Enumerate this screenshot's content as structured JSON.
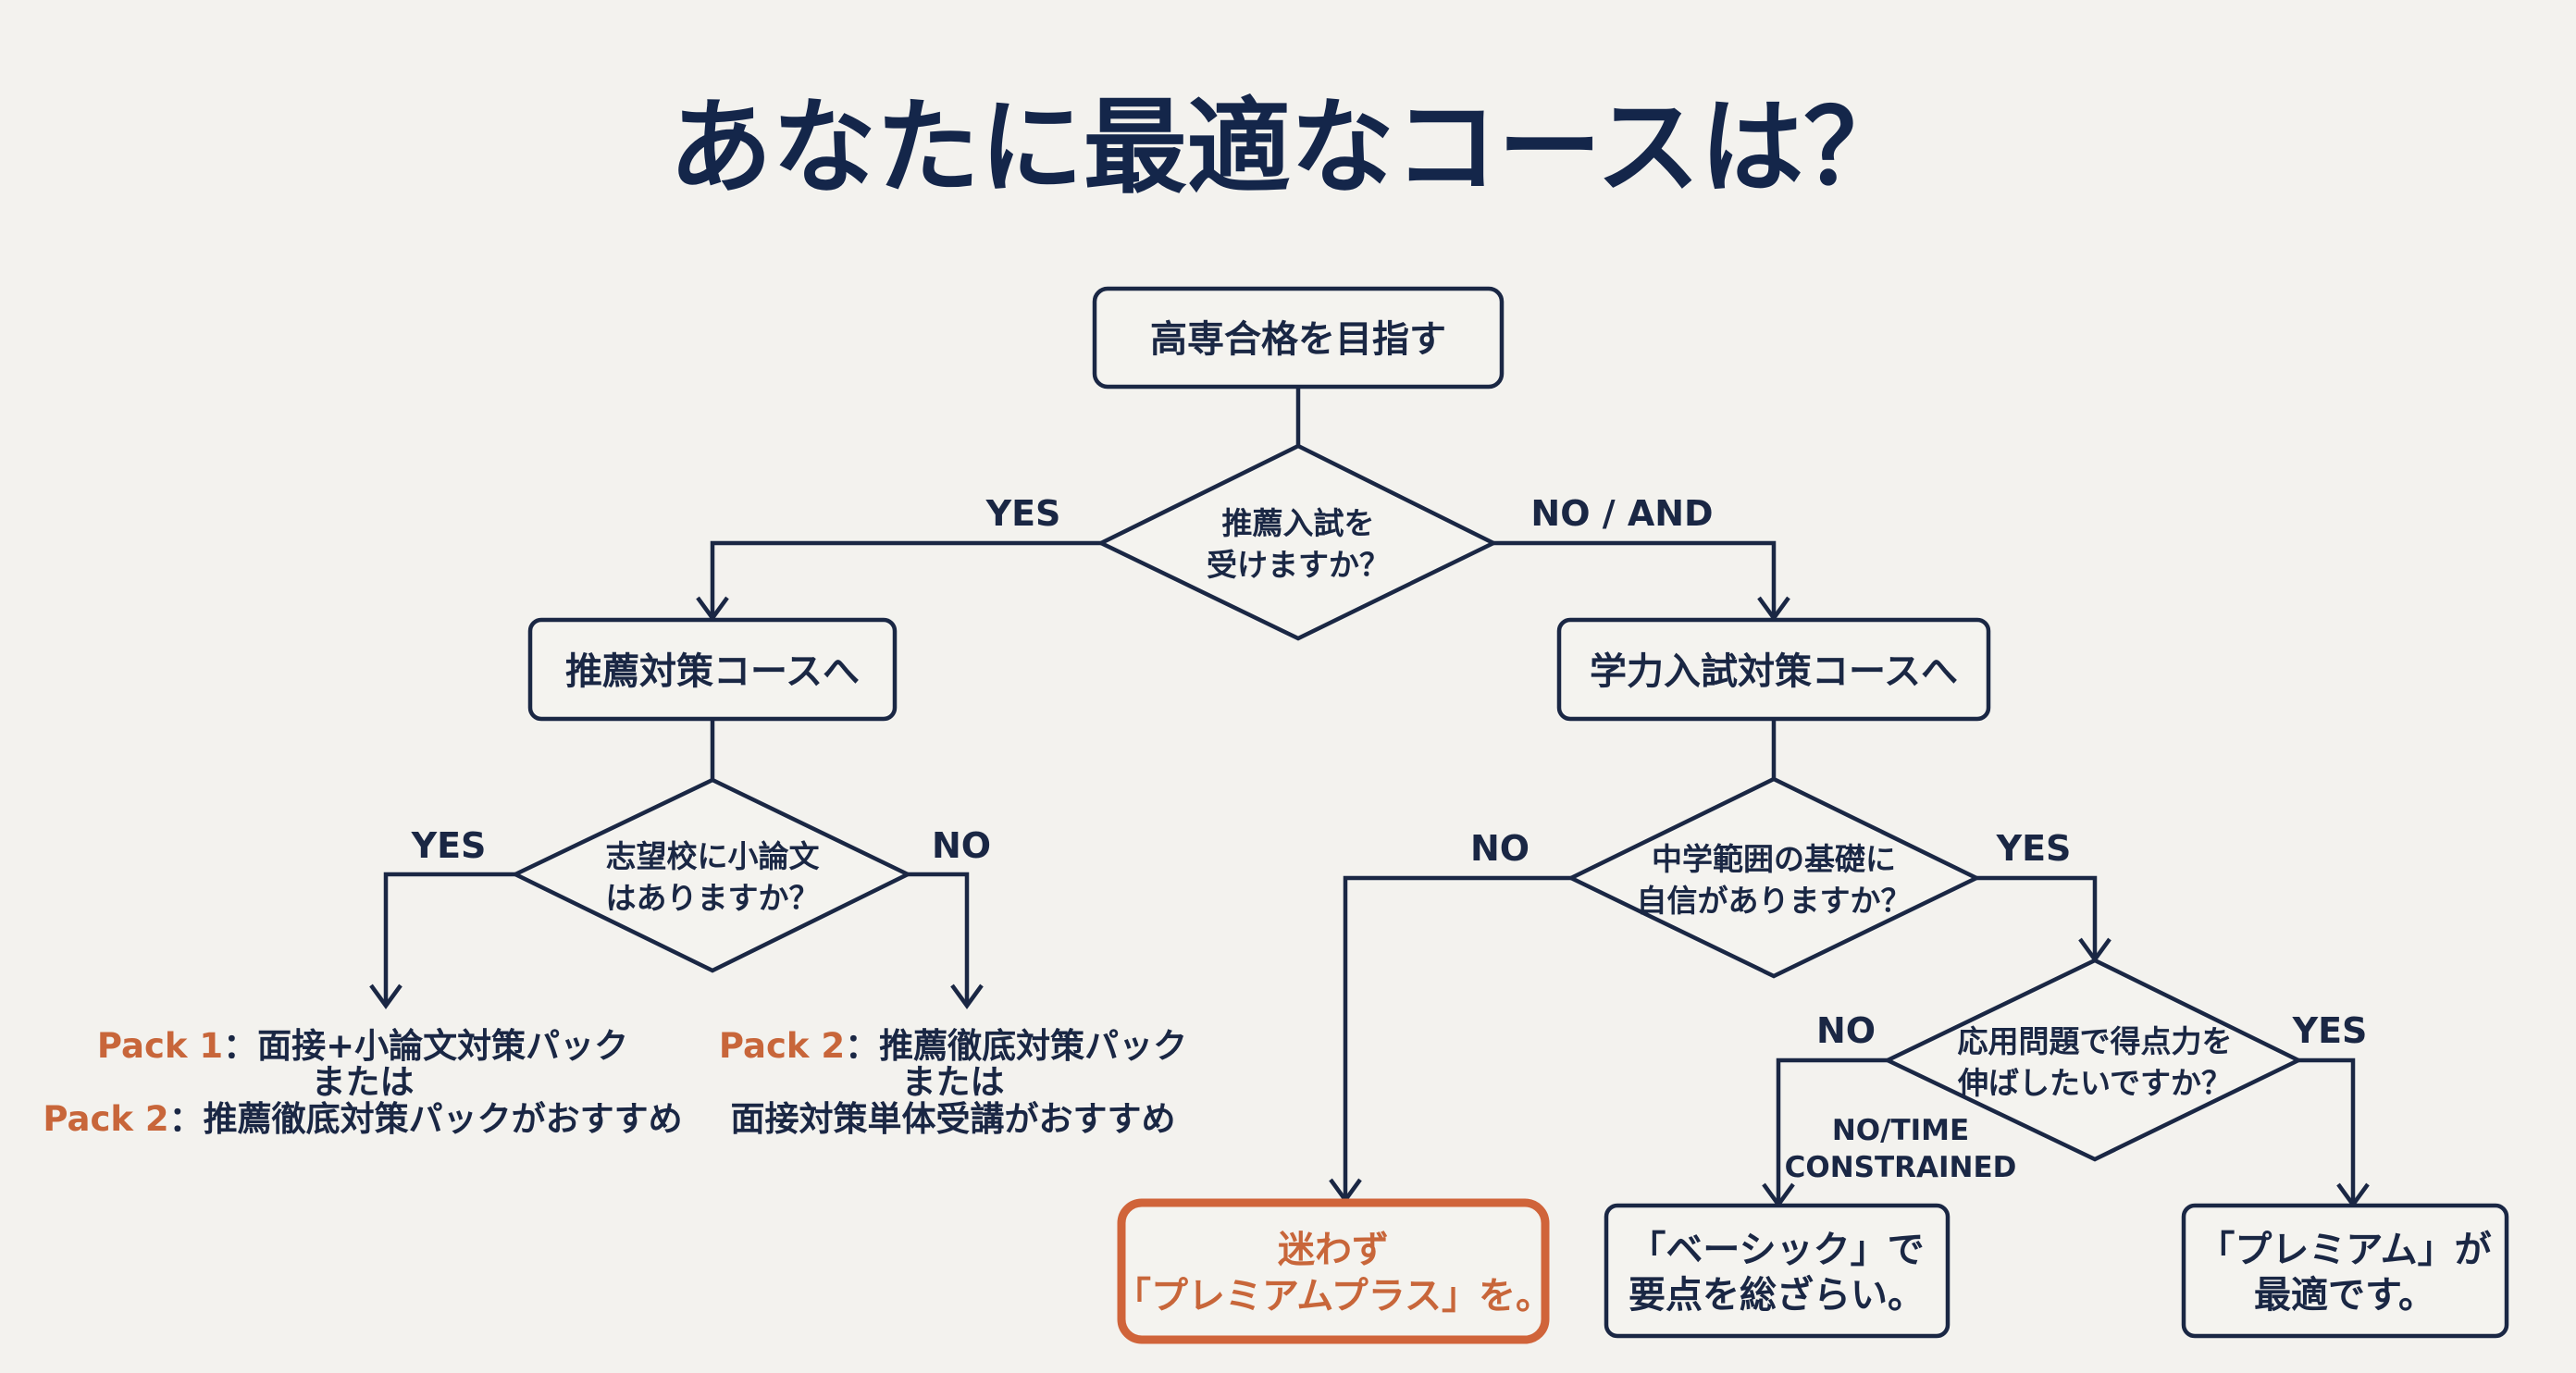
{
  "title": "あなたに最適なコースは？",
  "colors": {
    "background": "#f3f2ee",
    "ink": "#1a2744",
    "title": "#14264a",
    "accent": "#c8663a",
    "highlight_border": "#d0643a"
  },
  "nodes": {
    "start": {
      "label": "高専合格を目指す"
    },
    "q_recommend": {
      "lines": [
        "推薦入試を",
        "受けますか？"
      ]
    },
    "recommend_course": {
      "label": "推薦対策コースへ"
    },
    "academic_course": {
      "label": "学力入試対策コースへ"
    },
    "q_essay": {
      "lines": [
        "志望校に小論文",
        "はありますか？"
      ]
    },
    "q_basics": {
      "lines": [
        "中学範囲の基礎に",
        "自信がありますか？"
      ]
    },
    "q_applied": {
      "lines": [
        "応用問題で得点力を",
        "伸ばしたいですか？"
      ]
    },
    "rec_essay_yes": {
      "lines": [
        {
          "pack": "Pack 1",
          "text": "：面接+小論文対策パック"
        },
        {
          "pack": "",
          "text": "または"
        },
        {
          "pack": "Pack 2",
          "text": "：推薦徹底対策パックがおすすめ"
        }
      ]
    },
    "rec_essay_no": {
      "lines": [
        {
          "pack": "Pack 2",
          "text": "：推薦徹底対策パック"
        },
        {
          "pack": "",
          "text": "または"
        },
        {
          "pack": "",
          "text": "面接対策単体受講がおすすめ"
        }
      ]
    },
    "outcome_premium_plus": {
      "lines": [
        "迷わず",
        "「プレミアムプラス」を。"
      ]
    },
    "outcome_basic": {
      "lines": [
        "「ベーシック」で",
        "要点を総ざらい。"
      ]
    },
    "outcome_premium": {
      "lines": [
        "「プレミアム」が",
        "最適です。"
      ]
    }
  },
  "edge_labels": {
    "recommend_yes": "YES",
    "recommend_no": "NO / AND",
    "essay_yes": "YES",
    "essay_no": "NO",
    "basics_no": "NO",
    "basics_yes": "YES",
    "applied_no": "NO",
    "applied_yes": "YES",
    "applied_no_note": [
      "NO/TIME",
      "CONSTRAINED"
    ]
  }
}
